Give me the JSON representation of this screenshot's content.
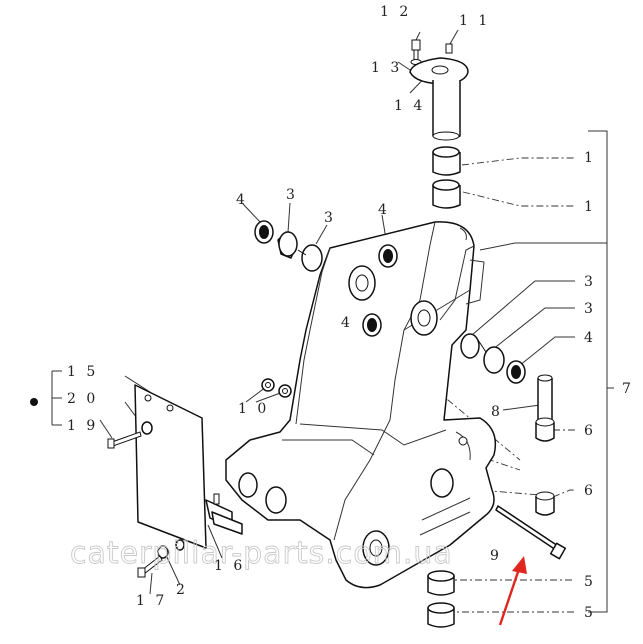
{
  "diagram": {
    "watermark": "caterpillar-parts.com.ua",
    "callouts": [
      {
        "id": "c11",
        "text": "1 1"
      },
      {
        "id": "c12",
        "text": "1 2"
      },
      {
        "id": "c13",
        "text": "1 3"
      },
      {
        "id": "c14",
        "text": "1 4"
      },
      {
        "id": "c1a",
        "text": "1"
      },
      {
        "id": "c1b",
        "text": "1"
      },
      {
        "id": "c4a",
        "text": "4"
      },
      {
        "id": "c3a",
        "text": "3"
      },
      {
        "id": "c3b",
        "text": "3"
      },
      {
        "id": "c4b",
        "text": "4"
      },
      {
        "id": "c3c",
        "text": "3"
      },
      {
        "id": "c3d",
        "text": "3"
      },
      {
        "id": "c4c",
        "text": "4"
      },
      {
        "id": "c4d",
        "text": "4"
      },
      {
        "id": "c7",
        "text": "7"
      },
      {
        "id": "c8",
        "text": "8"
      },
      {
        "id": "c6a",
        "text": "6"
      },
      {
        "id": "c6b",
        "text": "6"
      },
      {
        "id": "c9",
        "text": "9"
      },
      {
        "id": "c5a",
        "text": "5"
      },
      {
        "id": "c5b",
        "text": "5"
      },
      {
        "id": "c10",
        "text": "1 0"
      },
      {
        "id": "c15",
        "text": "1 5"
      },
      {
        "id": "c20",
        "text": "2 0"
      },
      {
        "id": "c19",
        "text": "1 9"
      },
      {
        "id": "c16",
        "text": "1 6"
      },
      {
        "id": "c17",
        "text": "1 7"
      },
      {
        "id": "c2",
        "text": "2"
      }
    ]
  }
}
